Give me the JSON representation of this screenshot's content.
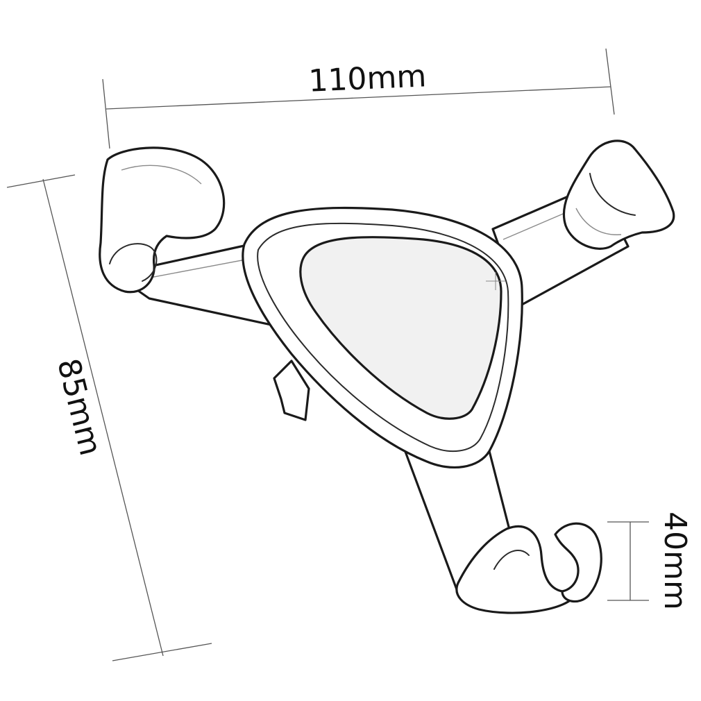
{
  "dimensions": {
    "width_label": "110mm",
    "height_label": "85mm",
    "hook_label": "40mm"
  },
  "product": {
    "illustration": "phone-holder-line-drawing"
  },
  "colors": {
    "ink": "#1a1a1a",
    "background": "#ffffff"
  }
}
